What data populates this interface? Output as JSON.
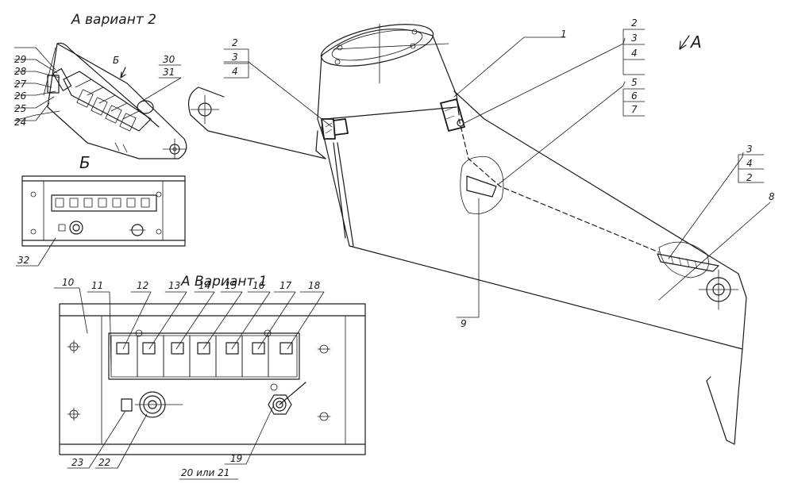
{
  "titles": {
    "variant2": "А вариант 2",
    "variant1": "А Вариант 1",
    "view_b": "Б",
    "arrow_b": "Б",
    "arrow_a": "А"
  },
  "callouts": {
    "c1": "1",
    "g1": [
      "2",
      "3",
      "4"
    ],
    "g2": [
      "2",
      "3",
      "4"
    ],
    "g3": [
      "5",
      "6",
      "7"
    ],
    "g4": [
      "3",
      "4",
      "2"
    ],
    "c8": "8",
    "c9": "9",
    "c10": "10",
    "c11": "11",
    "c12": "12",
    "c13": "13",
    "c14": "14",
    "c15": "15",
    "c16": "16",
    "c17": "17",
    "c18": "18",
    "c19": "19",
    "c20": "20 или 21",
    "c22": "22",
    "c23": "23",
    "c24": "24",
    "c25": "25",
    "c26": "26",
    "c27": "27",
    "c28": "28",
    "c29": "29",
    "c30": "30",
    "c31": "31",
    "c32": "32"
  }
}
